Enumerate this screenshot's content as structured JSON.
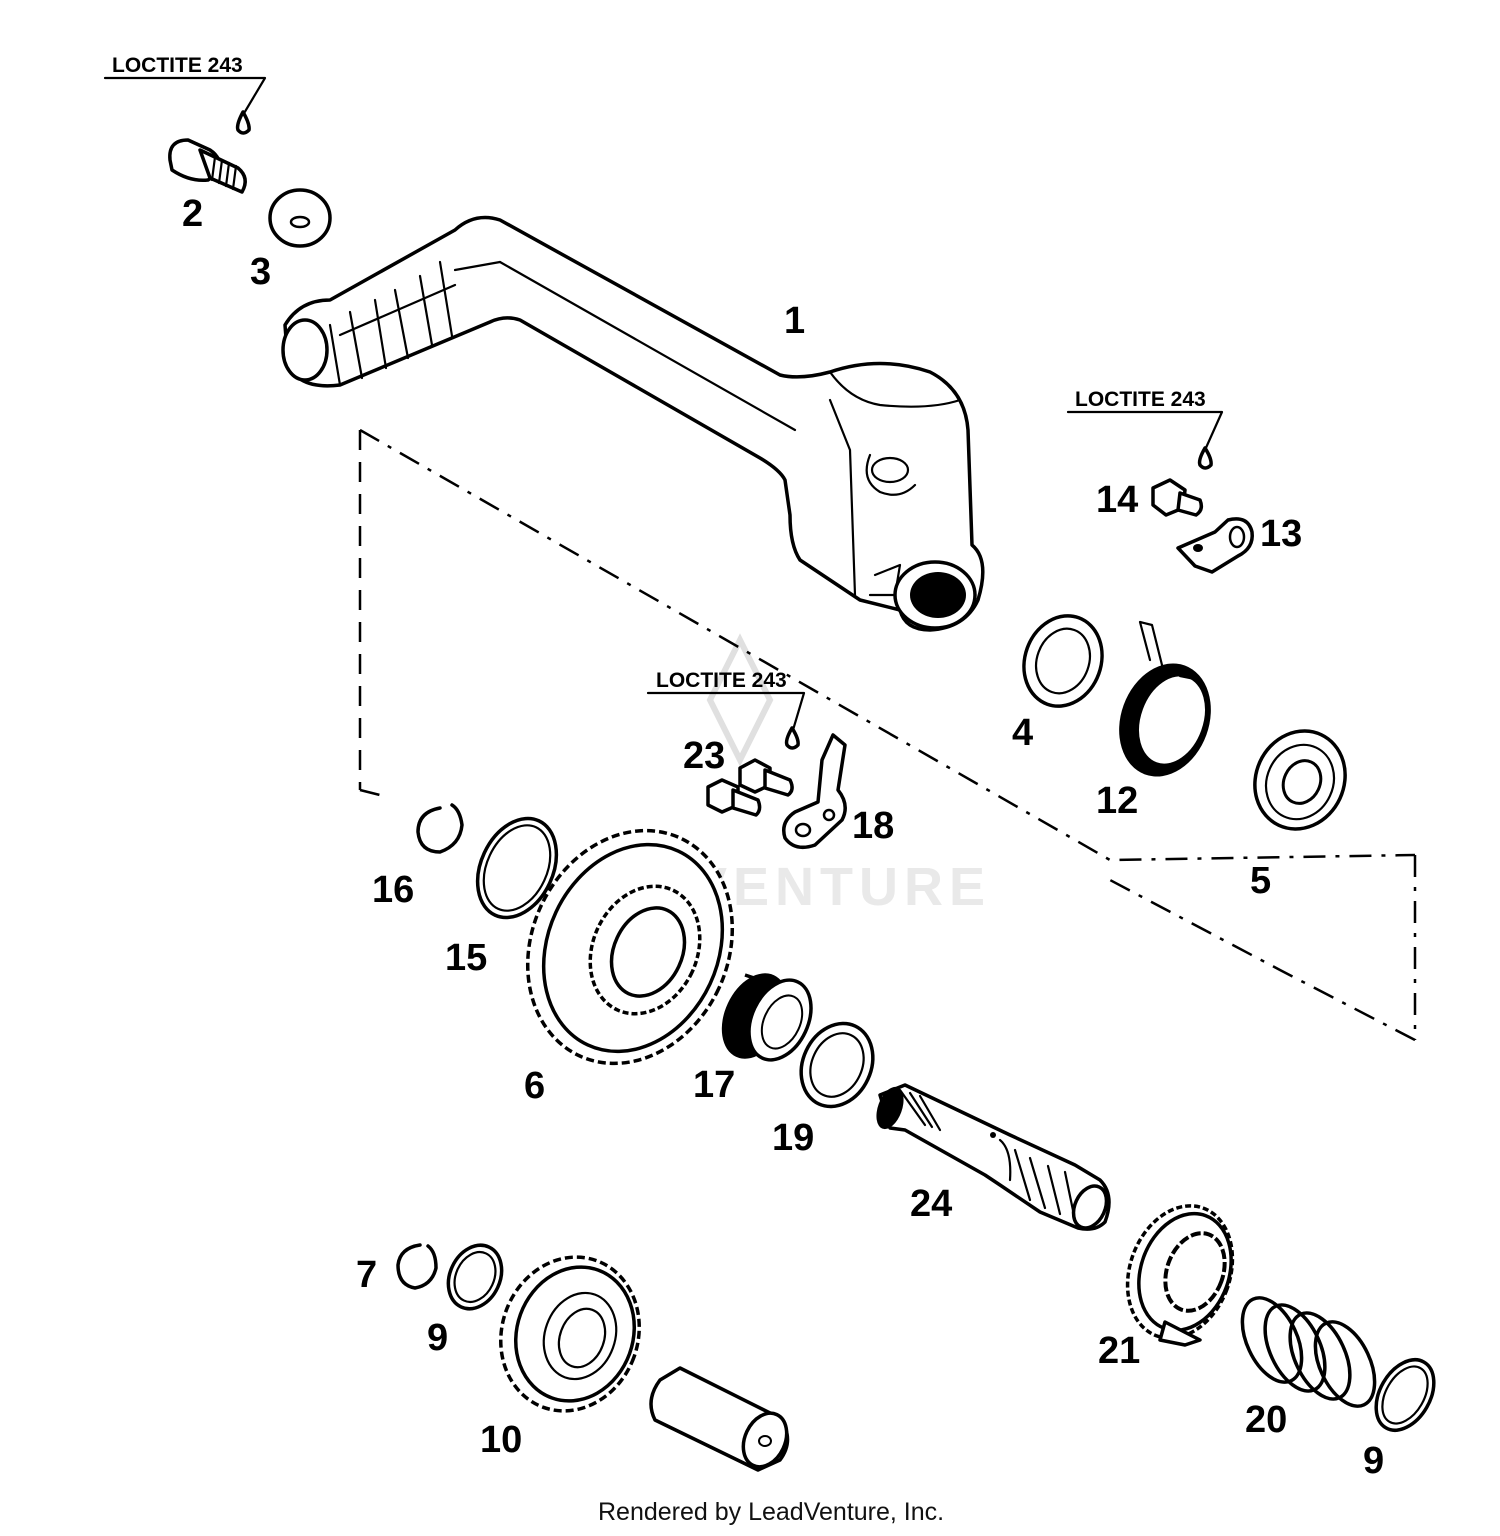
{
  "diagram": {
    "annotations": {
      "loctite_top": "LOCTITE 243",
      "loctite_right": "LOCTITE 243",
      "loctite_middle": "LOCTITE 243"
    },
    "part_labels": {
      "p1": "1",
      "p2": "2",
      "p3": "3",
      "p4": "4",
      "p5": "5",
      "p6": "6",
      "p7": "7",
      "p9a": "9",
      "p9b": "9",
      "p10": "10",
      "p12": "12",
      "p13": "13",
      "p14": "14",
      "p15": "15",
      "p16": "16",
      "p17": "17",
      "p18": "18",
      "p19": "19",
      "p20": "20",
      "p21": "21",
      "p23": "23",
      "p24": "24"
    },
    "watermark": "LEADVENTURE",
    "credit": "Rendered by LeadVenture, Inc."
  }
}
